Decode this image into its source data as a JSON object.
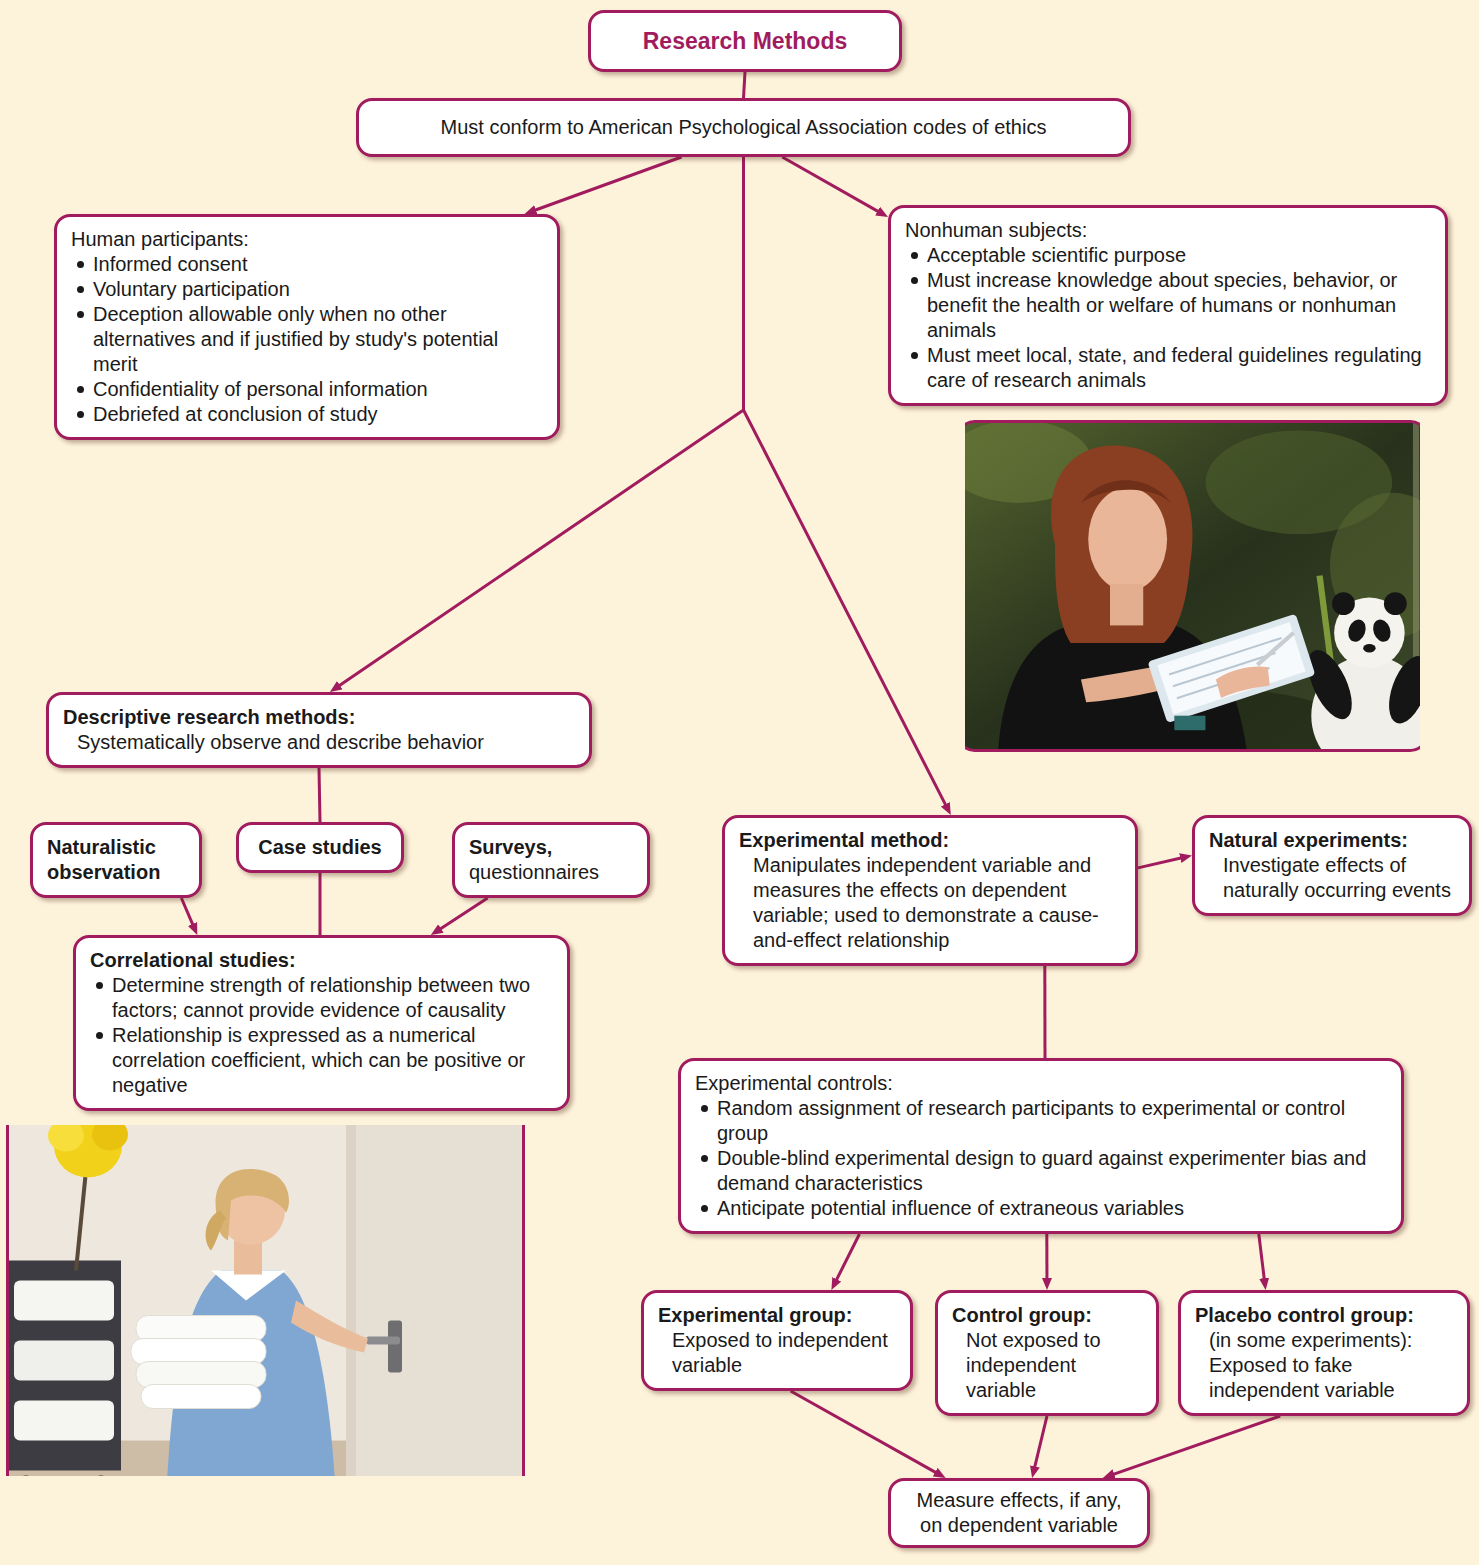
{
  "diagram": {
    "nodes": [
      {
        "text": [
          "Research Methods"
        ]
      },
      {
        "text": [
          "Must conform to American Psychological Association codes of ethics"
        ]
      },
      {
        "text": [
          "Human participants:",
          "Informed consent",
          "Voluntary participation",
          "Deception allowable only when no other alternatives and if justified by study's potential merit",
          "Confidentiality of personal information",
          "Debriefed at conclusion of study"
        ]
      },
      {
        "text": [
          "Nonhuman subjects:",
          "Acceptable scientific purpose",
          "Must increase knowledge about species, behavior, or benefit the health or welfare of humans or nonhuman animals",
          "Must meet local, state, and federal guidelines regulating care of research animals"
        ]
      },
      {
        "text": [
          "Descriptive research methods:",
          "Systematically observe and describe behavior"
        ]
      },
      {
        "text": [
          "Naturalistic observation"
        ]
      },
      {
        "text": [
          "Case studies"
        ]
      },
      {
        "text": [
          "Surveys,",
          "questionnaires"
        ]
      },
      {
        "text": [
          "Correlational studies:",
          "Determine strength of relationship between two factors; cannot provide evidence of causality",
          "Relationship is expressed as a numerical correlation coefficient, which can be positive or negative"
        ]
      },
      {
        "text": [
          "Experimental method:",
          "Manipulates independent variable and measures the effects on dependent variable; used to demonstrate a cause-and-effect relationship"
        ]
      },
      {
        "text": [
          "Natural experiments:",
          "Investigate effects of naturally occurring events"
        ]
      },
      {
        "text": [
          "Experimental controls:",
          "Random assignment of research participants to experimental or control group",
          "Double-blind experimental design to guard against experimenter bias and demand characteristics",
          "Anticipate potential influence of extraneous variables"
        ]
      },
      {
        "text": [
          "Experimental group:",
          "Exposed to independent variable"
        ]
      },
      {
        "text": [
          "Control group:",
          "Not exposed to independent variable"
        ]
      },
      {
        "text": [
          "Placebo control group:",
          "(in some experiments): Exposed to fake independent variable"
        ]
      },
      {
        "text": [
          "Measure effects, if any, on dependent variable"
        ]
      }
    ],
    "edges": [
      {
        "from": 0,
        "to": 1,
        "arrow": "none"
      },
      {
        "from": 1,
        "to": 2,
        "arrow": "to"
      },
      {
        "from": 1,
        "to": 3,
        "arrow": "to"
      },
      {
        "from": 1,
        "to": 4,
        "arrow": "to"
      },
      {
        "from": 1,
        "to": 9,
        "arrow": "to"
      },
      {
        "from": 4,
        "to": 6,
        "arrow": "none"
      },
      {
        "from": 5,
        "to": 8,
        "arrow": "to"
      },
      {
        "from": 6,
        "to": 8,
        "arrow": "none"
      },
      {
        "from": 7,
        "to": 8,
        "arrow": "to"
      },
      {
        "from": 9,
        "to": 10,
        "arrow": "to"
      },
      {
        "from": 9,
        "to": 11,
        "arrow": "none"
      },
      {
        "from": 11,
        "to": 12,
        "arrow": "to"
      },
      {
        "from": 11,
        "to": 13,
        "arrow": "to"
      },
      {
        "from": 11,
        "to": 14,
        "arrow": "to"
      },
      {
        "from": 12,
        "to": 15,
        "arrow": "to"
      },
      {
        "from": 13,
        "to": 15,
        "arrow": "to"
      },
      {
        "from": 14,
        "to": 15,
        "arrow": "to"
      }
    ]
  }
}
